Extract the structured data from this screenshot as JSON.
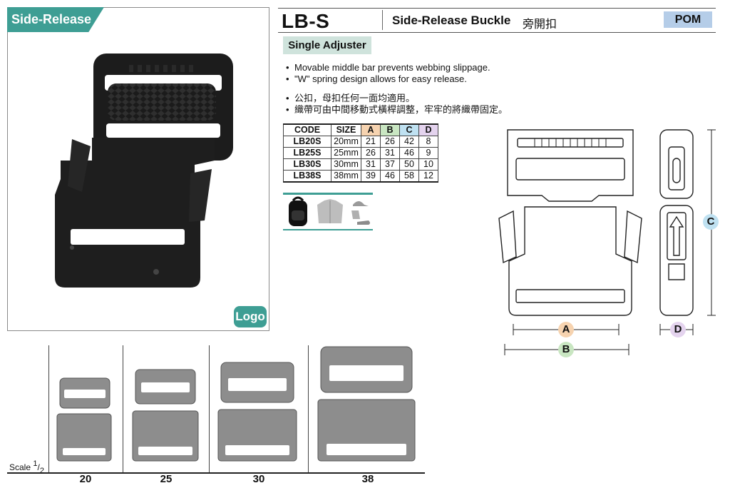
{
  "tag": "Side-Release",
  "logo_badge": "Logo",
  "header": {
    "model": "LB-S",
    "product_name": "Side-Release Buckle",
    "product_name_cn": "旁開扣",
    "material": "POM"
  },
  "subtitle": "Single Adjuster",
  "features_en": [
    "Movable middle bar prevents webbing slippage.",
    "\"W\" spring design allows for easy release."
  ],
  "features_cn": [
    "公扣，母扣任何一面均適用。",
    "織帶可由中間移動式橫桿調整，牢牢的將織帶固定。"
  ],
  "bullet_char": "•",
  "table": {
    "headers": [
      "CODE",
      "SIZE",
      "A",
      "B",
      "C",
      "D"
    ],
    "rows": [
      [
        "LB20S",
        "20mm",
        "21",
        "26",
        "42",
        "8"
      ],
      [
        "LB25S",
        "25mm",
        "26",
        "31",
        "46",
        "9"
      ],
      [
        "LB30S",
        "30mm",
        "31",
        "37",
        "50",
        "10"
      ],
      [
        "LB38S",
        "38mm",
        "39",
        "46",
        "58",
        "12"
      ]
    ]
  },
  "applications": [
    "backpack-icon",
    "jacket-icon",
    "cap-glove-shoe-icon"
  ],
  "dimension_labels": {
    "a": "A",
    "b": "B",
    "c": "C",
    "d": "D"
  },
  "dimension_colors": {
    "a": "#f6d3b0",
    "b": "#c9e6c2",
    "c": "#bfe1f1",
    "d": "#e4d3ee"
  },
  "scale": {
    "label": "Scale",
    "numerator": "1",
    "denominator": "2",
    "sizes": [
      "20",
      "25",
      "30",
      "38"
    ]
  },
  "colors": {
    "accent": "#3e9e94",
    "material_bg": "#b5cde8",
    "subtitle_bg": "#cfe3dc"
  }
}
